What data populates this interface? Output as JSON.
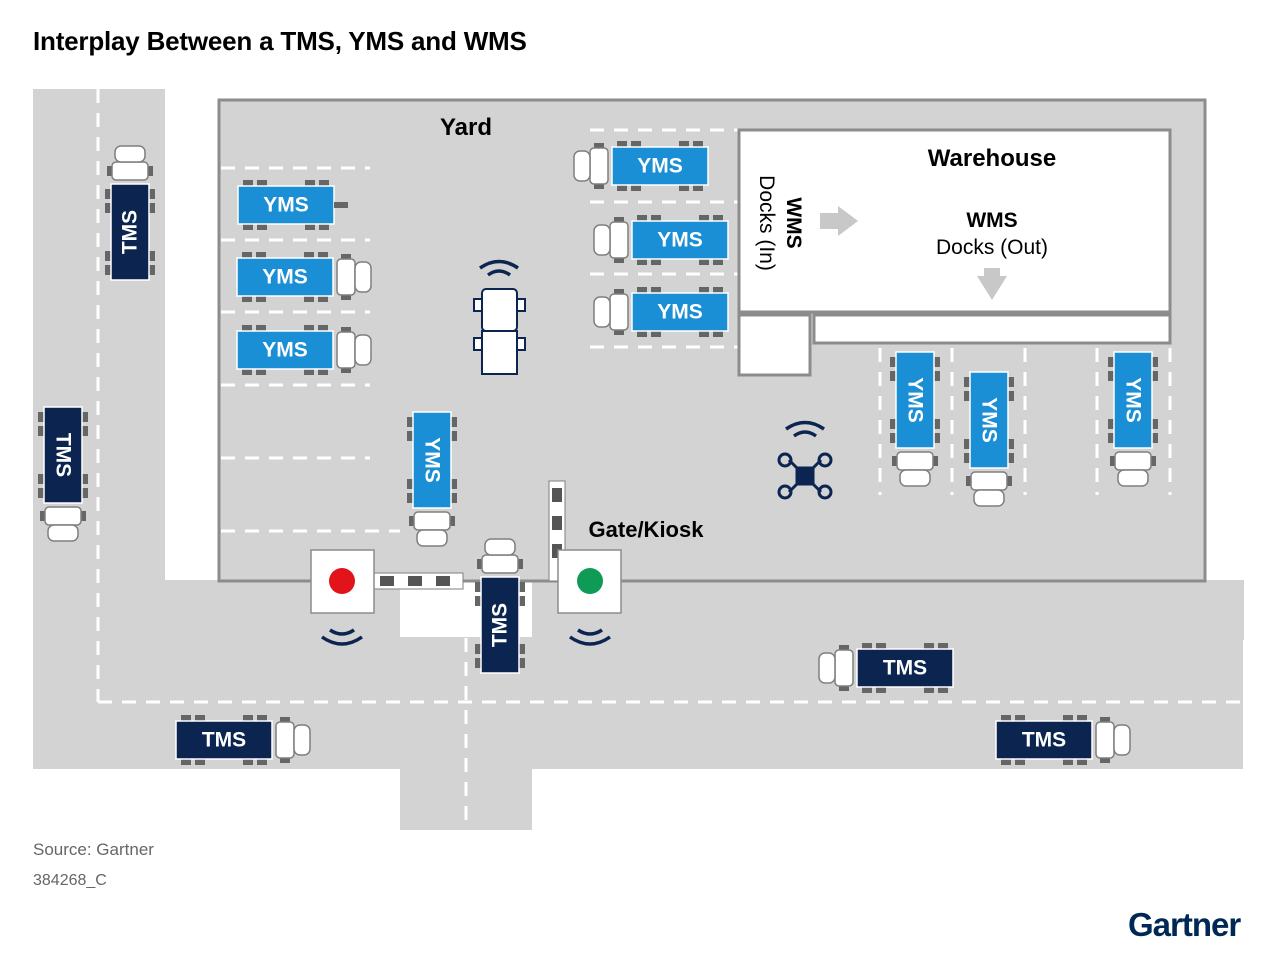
{
  "title": "Interplay Between a TMS, YMS and WMS",
  "labels": {
    "yard": "Yard",
    "warehouse": "Warehouse",
    "wms": "WMS",
    "docks_in": "Docks (In)",
    "docks_out": "Docks (Out)",
    "gate_kiosk": "Gate/Kiosk"
  },
  "vehicle_labels": {
    "tms": "TMS",
    "yms": "YMS"
  },
  "colors": {
    "tms": "#0b2550",
    "yms": "#1b8fd6",
    "ground": "#d3d3d3",
    "gate_stop": "#e1141b",
    "gate_go": "#0f9a55",
    "arrow": "#c8c8c8"
  },
  "icons": [
    "wifi-signal-icon",
    "autonomous-cart-icon",
    "drone-icon",
    "gate-light-icon"
  ],
  "source": "Source: Gartner",
  "code": "384268_C",
  "brand": "Gartner"
}
